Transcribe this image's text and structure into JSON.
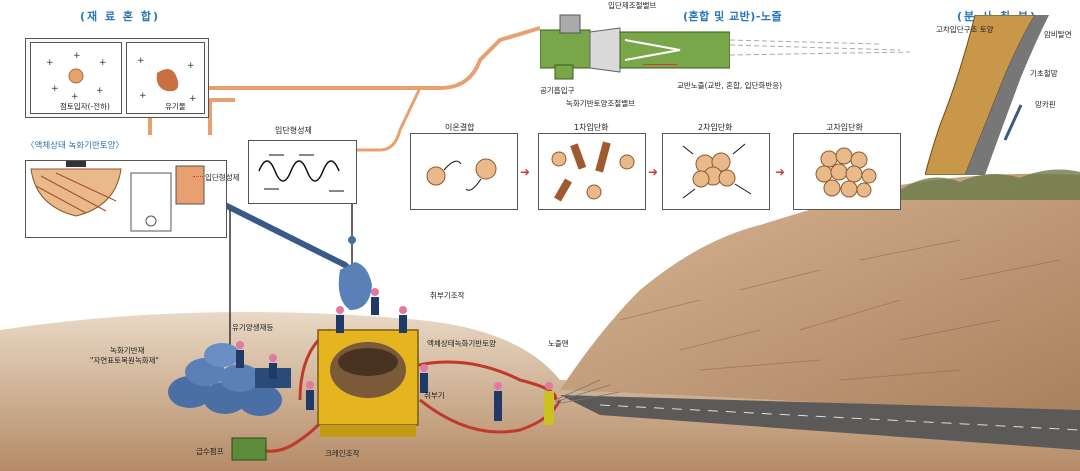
{
  "titles": {
    "material_mixing": "(재 료 혼 합)",
    "mixing_agitating": "(혼합 및 교반)-노즐",
    "spraying": "(분 사 취 부)"
  },
  "mixing_panel": {
    "soil_particle_label": "점토입자(-전하)",
    "organic_label": "유기물",
    "liquid_soil_label": "〈액체상태 녹화기반토양〉",
    "aggregate_agent_tank_label": "입단형성제",
    "aggregate_agent_box_label": "입단형성제"
  },
  "nozzle": {
    "valve_top_label": "입단제조절밸브",
    "air_inlet_label": "공기흡입구",
    "soil_valve_label": "녹화기반토양조절밸브",
    "nozzle_action_label": "교반노즐(교반, 혼합, 입단화반응)"
  },
  "stages": [
    {
      "label": "이온결합"
    },
    {
      "label": "1차입단화"
    },
    {
      "label": "2차입단화"
    },
    {
      "label": "고차입단화"
    }
  ],
  "slope_detail": {
    "soil_label": "고차입단구조 토양",
    "rock_label": "암비탈면",
    "net_label": "기초철망",
    "anchor_label": "앙카핀"
  },
  "field": {
    "greening_material_label": "녹화기반재",
    "greening_material_name": "\"자연표토복원녹화제\"",
    "organic_fertilizer_label": "유기양생재등",
    "spray_operator_label": "취부기조작",
    "liquid_soil_label": "액체상태녹화기반토양",
    "nozzle_man_label": "노즐맨",
    "sprayer_label": "취부기",
    "water_pump_label": "급수펌프",
    "crane_operation_label": "크레인조작"
  },
  "colors": {
    "title_blue": "#2a76b8",
    "hose_orange": "#e8a070",
    "arrow_red": "#d23c3c",
    "soil_brown": "#b98a5e",
    "aggregate_tan": "#e9b98a"
  }
}
